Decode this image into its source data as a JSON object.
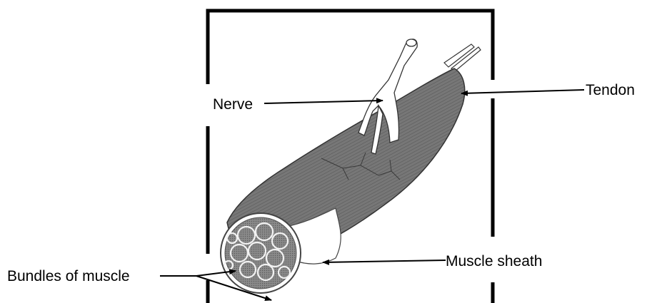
{
  "labels": {
    "nerve": "Nerve",
    "tendon": "Tendon",
    "bundles": "Bundles of muscle",
    "sheath": "Muscle sheath"
  },
  "colors": {
    "muscle": "#6e6e6e",
    "muscle_dark": "#505050",
    "sheath": "#ffffff",
    "line": "#000000",
    "nerve": "#ffffff"
  }
}
